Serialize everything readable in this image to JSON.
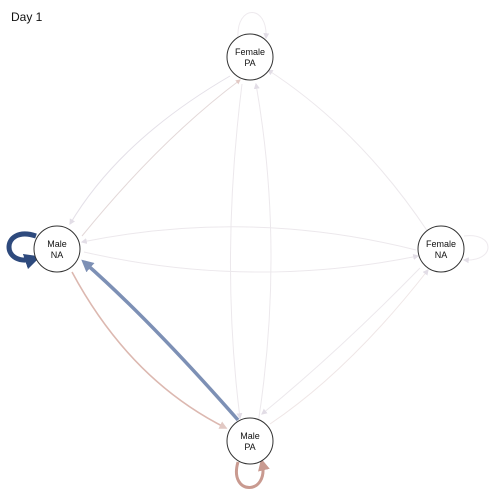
{
  "title": "Day 1",
  "nodes": {
    "female_pa": {
      "line1": "Female",
      "line2": "PA"
    },
    "male_na": {
      "line1": "Male",
      "line2": "NA"
    },
    "female_na": {
      "line1": "Female",
      "line2": "NA"
    },
    "male_pa": {
      "line1": "Male",
      "line2": "PA"
    }
  },
  "colors": {
    "negative_strong": "#2e4a7d",
    "negative_medium": "#7d90b5",
    "positive_medium": "#c99a90",
    "faint": "#e6e2e6",
    "node_stroke": "#333333",
    "node_fill": "#ffffff"
  }
}
